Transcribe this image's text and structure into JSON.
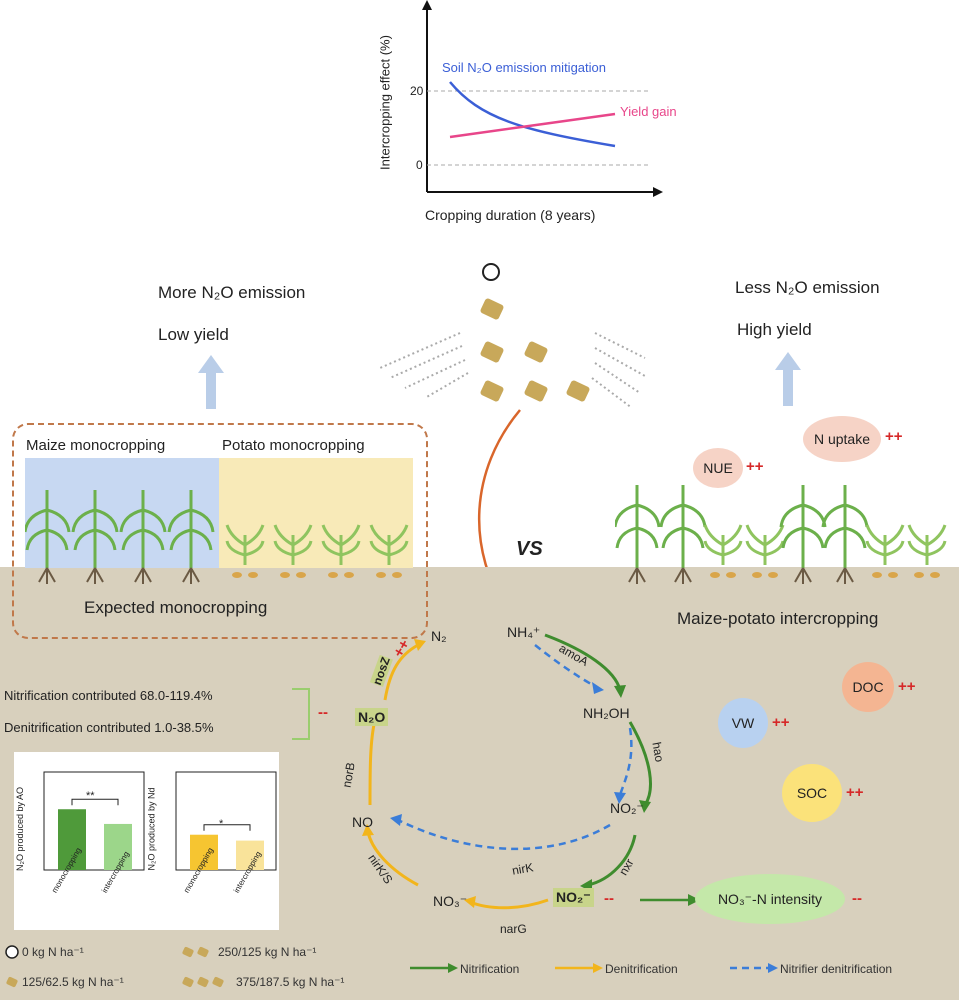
{
  "top_chart": {
    "ylabel": "Intercropping effect (%)",
    "xlabel": "Cropping duration (8 years)",
    "yticks": [
      "20",
      "0"
    ],
    "mitigation_label": "Soil N₂O emission mitigation",
    "yield_label": "Yield gain",
    "colors": {
      "mitigation": "#3b5fd6",
      "yield": "#e8468a"
    }
  },
  "left_outcome": {
    "line1": "More N₂O emission",
    "line2": "Low yield"
  },
  "right_outcome": {
    "line1": "Less N₂O emission",
    "line2": "High yield"
  },
  "monocropping": {
    "maize_title": "Maize monocropping",
    "potato_title": "Potato monocropping",
    "caption": "Expected monocropping"
  },
  "vs_label": "VS",
  "intercropping_caption": "Maize-potato intercropping",
  "right_factors": {
    "nue": "NUE",
    "n_uptake": "N uptake",
    "doc": "DOC",
    "vw": "VW",
    "soc": "SOC",
    "plus": "++"
  },
  "contributions": {
    "nitrification": "Nitrification contributed 68.0-119.4%",
    "denitrification": "Denitrification contributed 1.0-38.5%"
  },
  "cycle": {
    "n2": "N₂",
    "nh4": "NH₄⁺",
    "nh2oh": "NH₂OH",
    "no2_top": "NO₂⁻",
    "no2_chip": "NO₂⁻",
    "no3": "NO₃⁻",
    "no": "NO",
    "n2o": "N₂O",
    "gene_amoA": "amoA",
    "gene_hao": "hao",
    "gene_nxr": "nxr",
    "gene_narG": "narG",
    "gene_nirK": "nirK/S",
    "gene_norB": "norB",
    "gene_nosZ": "nosZ",
    "gene_nirK2": "nirK",
    "plus": "++",
    "minus": "--"
  },
  "no3_intensity": "NO₃⁻-N intensity",
  "inset": {
    "left_ylabel": "N₂O produced by AO",
    "right_ylabel": "N₂O produced by Nd",
    "x_mono": "monocropping",
    "x_inter": "intercropping",
    "sig_left": "**",
    "sig_right": "*",
    "left_values": [
      0.62,
      0.47
    ],
    "right_values": [
      0.36,
      0.3
    ],
    "colors": [
      "#4f9a3a",
      "#9cd68a",
      "#f6c531",
      "#f9e39a"
    ]
  },
  "legend": {
    "rate0": "0 kg N ha⁻¹",
    "rate1": "125/62.5 kg N ha⁻¹",
    "rate2": "250/125 kg N ha⁻¹",
    "rate3": "375/187.5 kg N ha⁻¹",
    "nitrification": "Nitrification",
    "denitrification": "Denitrification",
    "nitrifier_denitrification": "Nitrifier denitrification",
    "colors": {
      "nitrification": "#3f8c2e",
      "denitrification": "#f2b51c",
      "nitrifier": "#3b7dd8"
    }
  }
}
